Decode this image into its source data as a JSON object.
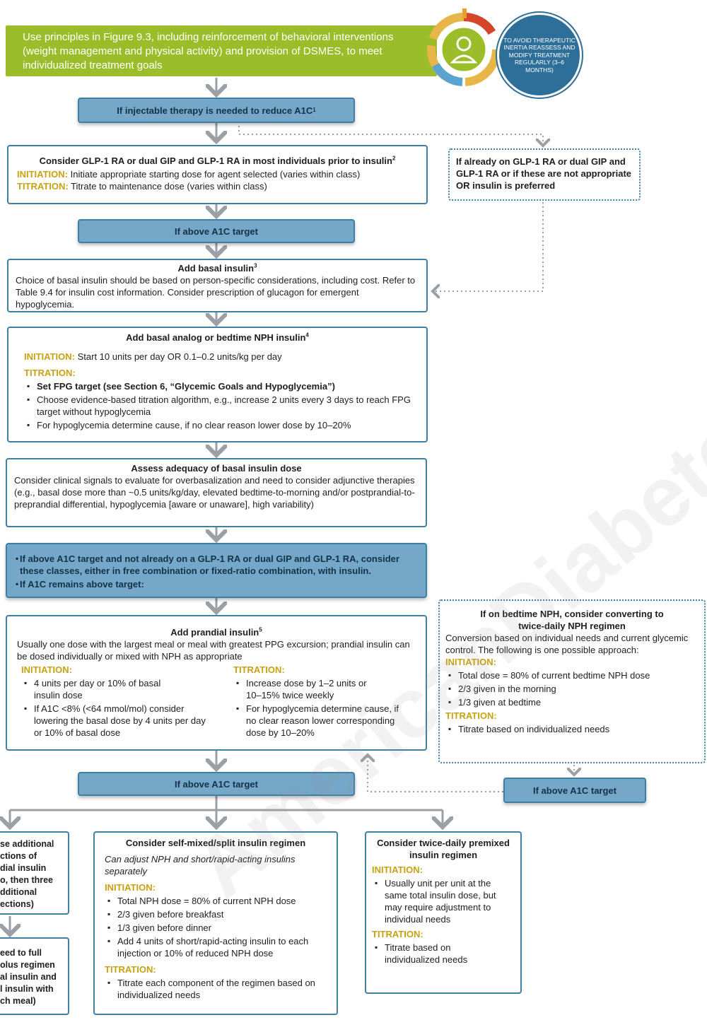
{
  "banner": {
    "text": "Use principles in Figure 9.3, including reinforcement of behavioral interventions (weight management and physical activity) and provision of DSMES, to meet individualized treatment goals",
    "inertia": "TO AVOID THERAPEUTIC INERTIA REASSESS AND MODIFY TREATMENT REGULARLY (3–6 MONTHS)"
  },
  "injectable": {
    "text": "If injectable therapy is needed to reduce A1C",
    "sup": "1"
  },
  "glp1": {
    "title": "Consider GLP-1 RA or dual GIP and GLP-1 RA in most individuals prior to insulin",
    "sup": "2",
    "initiation_label": "INITIATION:",
    "initiation_text": "Initiate appropriate starting dose for agent selected (varies within class)",
    "titration_label": "TITRATION:",
    "titration_text": "Titrate to maintenance dose (varies within class)"
  },
  "already_on": {
    "text": "If already on GLP-1 RA or dual GIP and GLP-1 RA or if these are not appropriate OR insulin is preferred"
  },
  "above_target_1": {
    "text": "If above A1C target"
  },
  "basal_insulin": {
    "title": "Add basal insulin",
    "sup": "3",
    "text": "Choice of basal insulin should be based on person-specific considerations, including cost. Refer to Table 9.4 for insulin cost information. Consider prescription of glucagon for emergent hypoglycemia."
  },
  "basal_analog": {
    "title": "Add basal analog or bedtime NPH insulin",
    "sup": "4",
    "initiation_label": "INITIATION:",
    "initiation_text": "Start 10 units per day OR 0.1–0.2 units/kg per day",
    "titration_label": "TITRATION:",
    "items": [
      "Set FPG target (see Section 6, “Glycemic Goals and Hypoglycemia”)",
      "Choose evidence-based titration algorithm, e.g., increase 2 units every 3 days to reach FPG target without hypoglycemia",
      "For hypoglycemia determine cause, if no clear reason lower dose by 10–20%"
    ]
  },
  "assess": {
    "title": "Assess adequacy of basal insulin dose",
    "text": "Consider clinical signals to evaluate for overbasalization and need to consider adjunctive therapies (e.g., basal dose more than ~0.5 units/kg/day, elevated bedtime-to-morning and/or postprandial-to-preprandial differential, hypoglycemia [aware or unaware], high variability)"
  },
  "combo": {
    "items": [
      "If above A1C target and not already on a GLP-1 RA or dual GIP and GLP-1 RA, consider these classes, either in free combination or fixed-ratio combination, with insulin.",
      "If A1C remains above target:"
    ]
  },
  "prandial": {
    "title": "Add prandial insulin",
    "sup": "5",
    "text": "Usually one dose with the largest meal or meal with greatest PPG excursion; prandial insulin can be dosed individually or mixed with NPH as appropriate",
    "initiation_label": "INITIATION:",
    "initiation_items": [
      "4 units per day or 10% of basal insulin dose",
      "If A1C <8% (<64 mmol/mol) consider lowering the basal dose by 4 units per day or 10% of basal dose"
    ],
    "titration_label": "TITRATION:",
    "titration_items": [
      "Increase dose by 1–2 units or 10–15% twice weekly",
      "For hypoglycemia determine cause, if no clear reason lower corresponding dose by 10–20%"
    ]
  },
  "nph": {
    "title": "If on bedtime NPH, consider converting to twice-daily NPH regimen",
    "text": "Conversion based on individual needs and current glycemic control. The following is one possible approach:",
    "initiation_label": "INITIATION:",
    "initiation_items": [
      "Total dose = 80% of current bedtime NPH dose",
      "2/3 given in the morning",
      "1/3 given at bedtime"
    ],
    "titration_label": "TITRATION:",
    "titration_items": [
      "Titrate based on individualized needs"
    ]
  },
  "above_target_2": {
    "text": "If above A1C target"
  },
  "above_target_3": {
    "text": "If above A1C target"
  },
  "left_a": {
    "lines": [
      "se additional",
      "ctions of",
      "dial insulin",
      "o, then three",
      "dditional",
      "ections)"
    ]
  },
  "left_b": {
    "lines": [
      "eed to full",
      "olus regimen",
      "al insulin and",
      "l insulin with",
      "ch meal)"
    ]
  },
  "self_mixed": {
    "title": "Consider self-mixed/split insulin regimen",
    "subtitle": "Can adjust NPH and short/rapid-acting insulins separately",
    "initiation_label": "INITIATION:",
    "initiation_items": [
      "Total NPH dose = 80% of current NPH dose",
      "2/3 given before breakfast",
      "1/3 given before dinner",
      "Add 4 units of short/rapid-acting insulin to each injection or 10% of reduced NPH dose"
    ],
    "titration_label": "TITRATION:",
    "titration_items": [
      "Titrate each component of the regimen based on individualized needs"
    ]
  },
  "premixed": {
    "title": "Consider twice-daily premixed insulin regimen",
    "initiation_label": "INITIATION:",
    "initiation_items": [
      "Usually unit per unit at the same total insulin dose, but may require adjustment to individual needs"
    ],
    "titration_label": "TITRATION:",
    "titration_items": [
      "Titrate based on individualized needs"
    ]
  },
  "watermark": "AmericanDiabetesAssociation",
  "colors": {
    "green": "#9bbd2a",
    "blue_box": "#75a8c8",
    "border": "#3f7fa3",
    "label_gold": "#c9a113",
    "arrow": "#9aa0a6"
  }
}
